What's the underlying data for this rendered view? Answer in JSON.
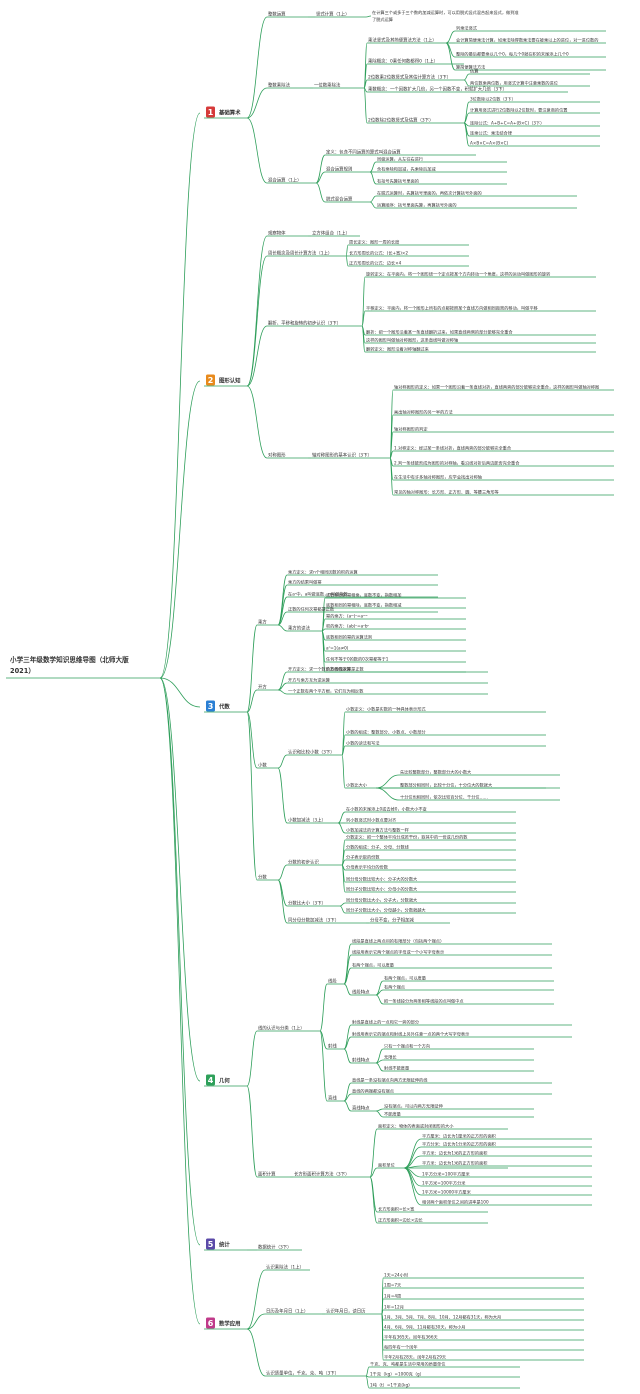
{
  "root": {
    "line1": "小学三年级数学知识思维导图（北师大版",
    "line2": "2021）"
  },
  "colors": {
    "line": "#2e9e5a",
    "badge_red": "#d63a3a",
    "badge_orange": "#e88a1c",
    "badge_blue": "#2a7fd4",
    "badge_green": "#2ea05a",
    "badge_purple": "#5b4aa8",
    "badge_magenta": "#c03a8a",
    "text": "#333333"
  },
  "b1": {
    "num": "1",
    "title": "基础算术",
    "t1": "整数运算",
    "t1_s": "竖式计算（1上）",
    "t1_s_d": [
      "在计算三个或多于三个数的加减运算时，可以用脱式竖式混合起来竖式，做到准",
      "了脱式运算"
    ],
    "t2": "整数乘除法",
    "t2_a": "一位数乘除法",
    "t2_a_1": "乘法竖式及其简便算法方法（1上）",
    "t2_a_1_d": [
      "列乘法竖式",
      "会计算简便乘法计算，如乘法除得数乘法要在被乘以上的进位，对一进位数的乘法",
      "整除的最后都要乘以几个0，每几个0就在积的末尾添上几个0",
      "算简便算法方法"
    ],
    "t2_a_2": "乘除概念：0乘任何数都得0（1上）",
    "t2_a_3": "2位数乘2位数竖式及其估计算方法（3下）",
    "t2_a_3_d": [
      "估算",
      "两位数乘两位数，用竖式计算中注意乘数的进位"
    ],
    "t2_a_4": "乘数概念：一个因数扩大几倍，另一个因数不变，积就扩大几倍（3下）",
    "t2_a_5": "2位数除2位数竖式及估算（3下）",
    "t2_a_5_d": [
      "3位数除以2位数（3下）",
      "计算用竖式进行2位数除以2位数时，要注意商的位置",
      "连除公式：A÷B÷C=A÷(B×C)（3下）",
      "连乘公式：乘法结合律",
      "A×B×C=A×(B×C)"
    ],
    "t3": "混合运算（1上）",
    "t3_1": "定义：包含不同运算的算式叫混合运算",
    "t3_2": "混合运算规则",
    "t3_2_d": [
      "同级运算，从左往右进行",
      "含有乘除和加减，先乘除后加减",
      "有括号先算括号里面的"
    ],
    "t3_3": "脱式混合运算",
    "t3_3_d": [
      "在脱式运算时，先算括号里面的，再依次计算括号外面的",
      "运算顺序：括号里面先算，再算括号外面的"
    ]
  },
  "b2": {
    "num": "2",
    "title": "图形认知",
    "t1": "观察物体",
    "t1_s": "立方体组合（1上）",
    "t2": "周长概念及周长计算方法（1上）",
    "t2_d": [
      "周长定义：图形一周的长度",
      "长方形周长的公式：(长+宽)×2",
      "正方形周长的公式：边长×4"
    ],
    "t3": "翻折、平移和旋转的初步认识（3下）",
    "t3_d": [
      "旋转定义：在平面内，将一个图形绕一个定点按某个方向转动一个角度，这样的运动叫做图形的旋转",
      "平移定义：平面内，将一个图形上所有的点都按照某个直线方向做相同距离的移动，叫做平移",
      "翻折：把一个图形沿着某一条直线翻折过来，如果直线两侧的部分能够完全重合",
      "这样的图形叫做轴对称图形，这条直线叫做对称轴",
      "翻转定义：图形沿着对称轴翻过来"
    ],
    "t4": "对称图形",
    "t4_s": "轴对称图形的基本认识（3下）",
    "t4_s_d": [
      "轴对称图形的定义：如果一个图形沿着一条直线对折，直线两旁的部分能够完全重合，这样的图形叫做轴对称图形",
      "画出轴对称图形的另一半的方法",
      "轴对称图形的判定",
      "1.对称定义：经过某一条线对折，直线两旁的部分能够完全重合",
      "2.判一条线能否成为图形的对称轴，看沿线对折后两边能否完全重合",
      "在生活中有许多轴对称图形，应学会找出对称轴",
      "常见的轴对称图形：长方形、正方形、圆、等腰三角形等"
    ]
  },
  "b3": {
    "num": "3",
    "title": "代数",
    "t1": "乘方",
    "t1_d": [
      "乘方定义：求n个相同因数的积的运算",
      "乘方的结果叫做幂",
      "在aⁿ中，a叫做底数，n叫做指数",
      "正数的任何次幂都是正数"
    ],
    "t1_s": "乘方的读法",
    "t1_s_d": [
      "底数相同的幂相乘，底数不变，指数相加",
      "底数相同的幂相除，底数不变，指数相减",
      "幂的乘方：(aᵐ)ⁿ=aᵐⁿ",
      "积的乘方：(ab)ⁿ=aⁿbⁿ",
      "底数相同的幂的运算法则",
      "a⁰=1(a≠0)",
      "任何不等于0的数的0次幂都等于1",
      "负数的偶次幂是正数"
    ],
    "t2": "开方",
    "t2_d": [
      "开方定义：求一个数的方根的运算",
      "开方与乘方互为逆运算",
      "一个正数有两个平方根，它们互为相反数"
    ],
    "t3": "小数",
    "t3_1": "认识和比较小数（3下）",
    "t3_1_d": [
      "小数定义：小数是实数的一种具体表示形式",
      "小数的组成：整数部分、小数点、小数部分",
      "小数的读法和写法",
      "小数比大小"
    ],
    "t3_1_e": [
      "先比较整数部分，整数部分大的小数大",
      "整数部分相同时，比较十分位，十分位大的数就大",
      "十分位也相同时，依次比较百分位、千分位……"
    ],
    "t3_2": "小数加减法（3上）",
    "t3_2_d": [
      "在小数的末尾添上0或去掉0，小数大小不变",
      "列小数竖式时小数点要对齐",
      "小数加减法的计算方法与整数一样"
    ],
    "t4": "分数",
    "t4_1": "分数的初步认识",
    "t4_1_d": [
      "分数定义：把一个整体平均分成若干份，取其中的一份或几份的数",
      "分数的组成：分子、分母、分数线",
      "分子表示取的份数",
      "分母表示平均分的份数",
      "同分母分数比较大小：分子大的分数大",
      "同分子分数比较大小：分母小的分数大"
    ],
    "t4_2": "分数比大小（3下）",
    "t4_2_d": [
      "同分母分数比大小，分子大，分数就大",
      "同分子分数比大小，分母越小，分数就越大"
    ],
    "t4_3": "同分母分数加减法（3下）",
    "t4_3_s": "分母不变，分子相加减"
  },
  "b4": {
    "num": "4",
    "title": "几何",
    "t1": "线的认识与分类（1上）",
    "t1_a": "线段",
    "t1_a_d": [
      "线段是直线上两点间的有限部分（包括两个端点）",
      "线段用表示它两个端点的字母或一个小写字母表示",
      "有两个端点，可以度量"
    ],
    "t1_a_s": "线段特点",
    "t1_a_s_d": [
      "有两个端点，可以度量",
      "有两个端点",
      "把一条线段分为两条相等线段的点叫做中点"
    ],
    "t1_b": "射线",
    "t1_b_d": [
      "射线是直线上的一点和它一旁的部分",
      "射线用表示它的端点和射线上另外任意一点的两个大写字母表示"
    ],
    "t1_b_s": "射线特点",
    "t1_b_s_d": [
      "只有一个端点和一个方向",
      "无限长",
      "射线不能度量"
    ],
    "t1_c": "直线",
    "t1_c_d": [
      "直线是一条没有端点向两方无限延伸的线",
      "直线的两端都没有端点"
    ],
    "t1_c_s": "直线特点",
    "t1_c_s_d": [
      "没有端点，可以向两方无限延伸",
      "不能度量"
    ],
    "t2": "面积计算",
    "t2_s": "长方形面积计算方法（3下）",
    "t2_s_d": [
      "面积定义：物体的表面或封闭图形的大小",
      "面积单位"
    ],
    "t2_u": [
      "平方厘米：边长为1厘米的正方形的面积",
      "平方分米：边长为1分米的正方形的面积",
      "平方米：边长为1米的正方形的面积",
      "平方米：边长为1米的正方形的面积",
      "1平方分米=100平方厘米",
      "1平方米=100平方分米",
      "1平方米=10000平方厘米",
      "相邻两个面积单位之间的进率是100"
    ],
    "t2_f": [
      "长方形面积=长×宽",
      "正方形面积=边长×边长"
    ]
  },
  "b5": {
    "num": "5",
    "title": "统计",
    "t1": "数据统计（3下）"
  },
  "b6": {
    "num": "6",
    "title": "数学应用",
    "t1": "认识乘除法（1上）",
    "t2": "日历及年月日（1上）",
    "t2_s": "认识年月日，读日历",
    "t2_s_d": [
      "1天=24小时",
      "1周=7天",
      "1月=4周",
      "1年=12月",
      "1月、3月、5月、7月、8月、10月、12月都有31天，称为大月",
      "4月、6月、9月、11月都有30天，称为小月",
      "平年有365天，闰年有366天",
      "每四年有一个闰年",
      "平年2月有28天，闰年2月有29天"
    ],
    "t3": "认识质量单位，千克、克、吨（3下）",
    "t3_d": [
      "千克、克、吨都是生活中常用的质量单位",
      "1千克（kg）=1000克（g）",
      "1吨（t）=1千克(kg)"
    ]
  }
}
